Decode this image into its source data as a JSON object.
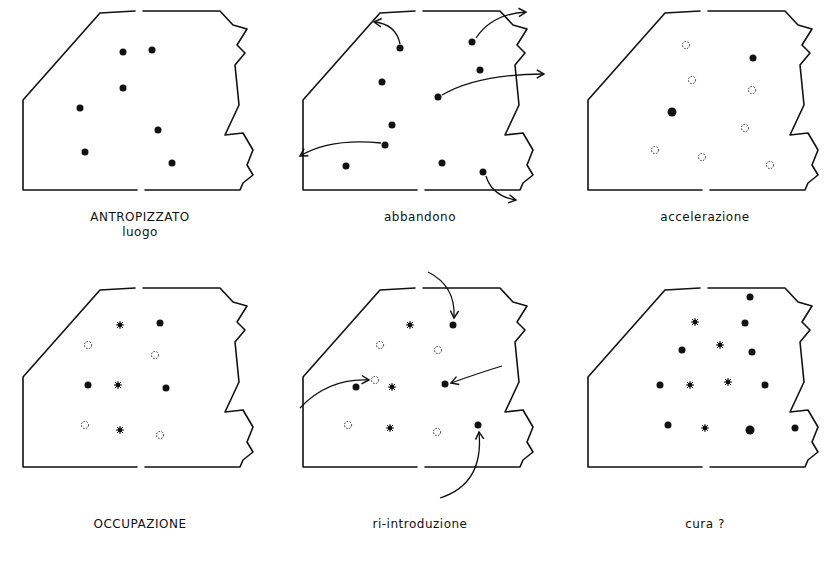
{
  "diagram": {
    "nodes": [
      {
        "text": [
          "ANTROPIZZATO luogo"
        ]
      },
      {
        "text": [
          "abbandono"
        ]
      },
      {
        "text": [
          "accelerazione"
        ]
      },
      {
        "text": [
          "OCCUPAZIONE"
        ]
      },
      {
        "text": [
          "ri-introduzione"
        ]
      },
      {
        "text": [
          "cura ?"
        ]
      }
    ]
  }
}
